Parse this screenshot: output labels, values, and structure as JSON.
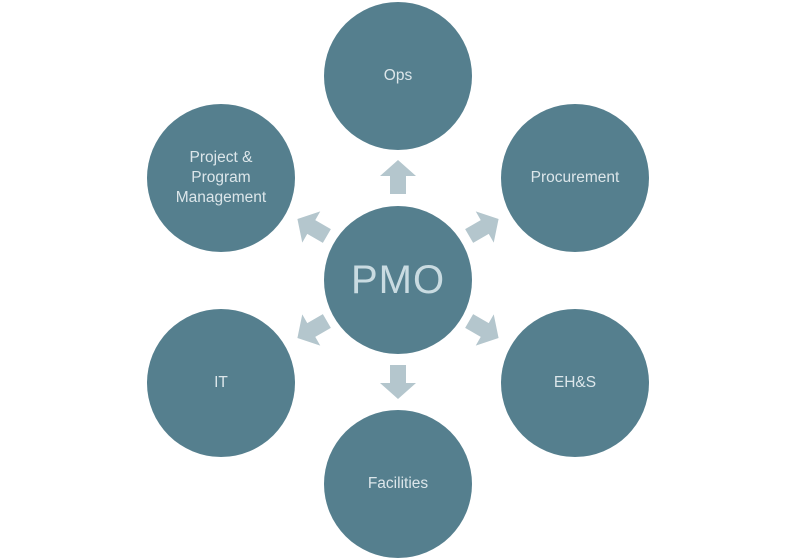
{
  "diagram": {
    "center_label": "PMO",
    "nodes": [
      {
        "id": "ops",
        "label": "Ops"
      },
      {
        "id": "procurement",
        "label": "Procurement"
      },
      {
        "id": "ehs",
        "label": "EH&S"
      },
      {
        "id": "facilities",
        "label": "Facilities"
      },
      {
        "id": "it",
        "label": "IT"
      },
      {
        "id": "project-program-management",
        "label": "Project &\nProgram\nManagement"
      }
    ],
    "colors": {
      "circle_fill": "#557f8e",
      "label_text": "#dce6ea",
      "center_text": "#c9dbe1",
      "arrow_fill": "#b4c6cd"
    }
  }
}
